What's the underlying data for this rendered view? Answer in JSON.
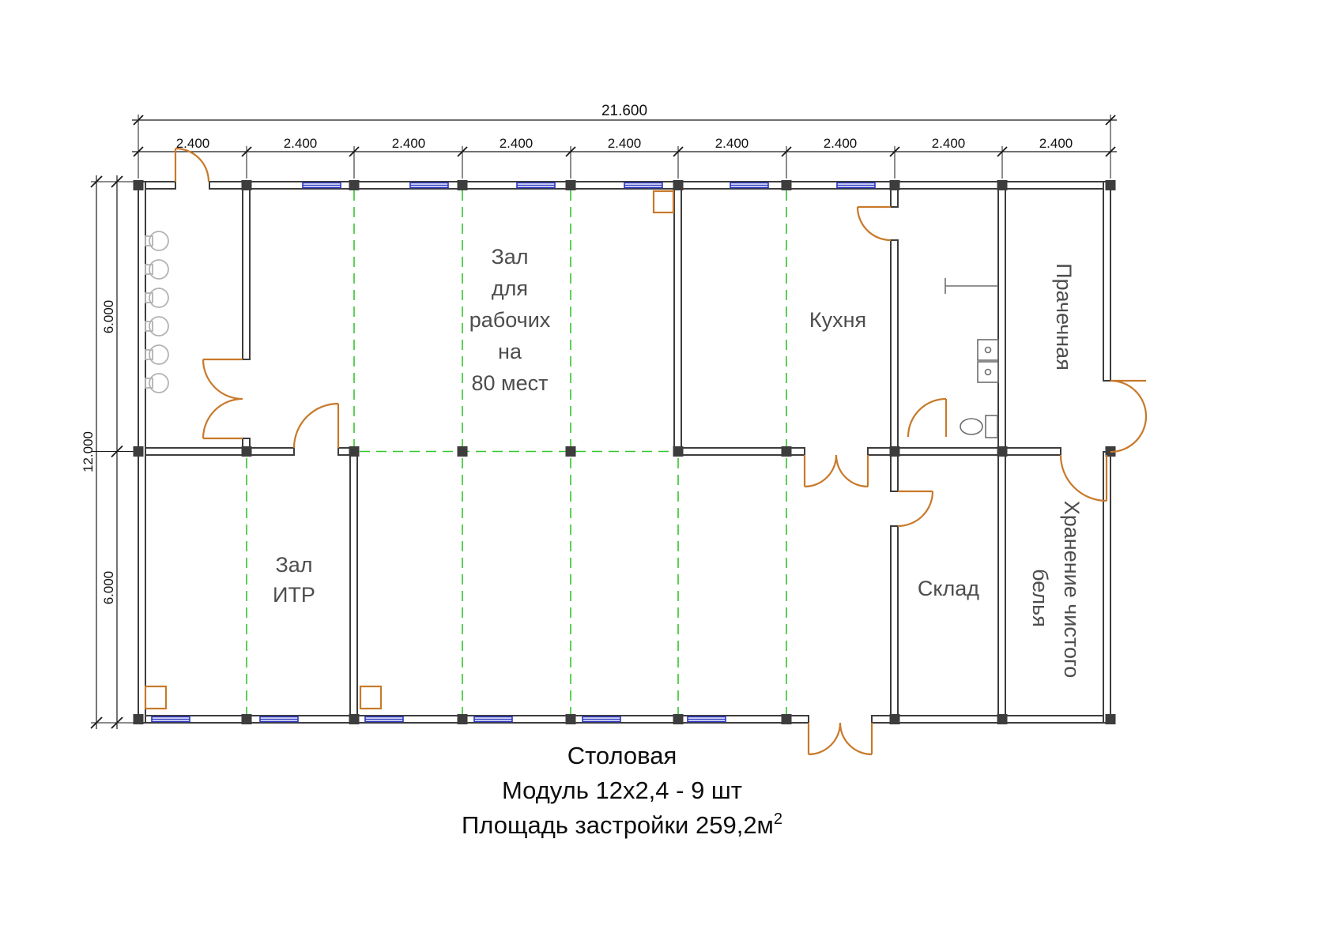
{
  "colors": {
    "wall-color": "#3d3d3d",
    "door-color": "#c8792a",
    "window-color": "#2a35c0",
    "axis-color": "#35c42f",
    "dim-color": "#1a1a1a",
    "room-label-color": "#4d4d4d"
  },
  "dims": {
    "total_width": "21.600",
    "modules": [
      "2.400",
      "2.400",
      "2.400",
      "2.400",
      "2.400",
      "2.400",
      "2.400",
      "2.400",
      "2.400"
    ],
    "total_height": "12.000",
    "half_heights": [
      "6.000",
      "6.000"
    ]
  },
  "rooms": {
    "workers_hall": [
      "Зал",
      "для",
      "рабочих",
      "на",
      "80 мест"
    ],
    "kitchen": "Кухня",
    "laundry": "Прачечная",
    "itr_hall": [
      "Зал",
      "ИТР"
    ],
    "warehouse": "Склад",
    "linen_storage": [
      "Хранение чистого",
      "белья"
    ]
  },
  "title": {
    "line1": "Столовая",
    "line2": "Модуль 12х2,4 - 9 шт",
    "line3": "Площадь застройки 259,2м",
    "line3_sup": "2"
  }
}
